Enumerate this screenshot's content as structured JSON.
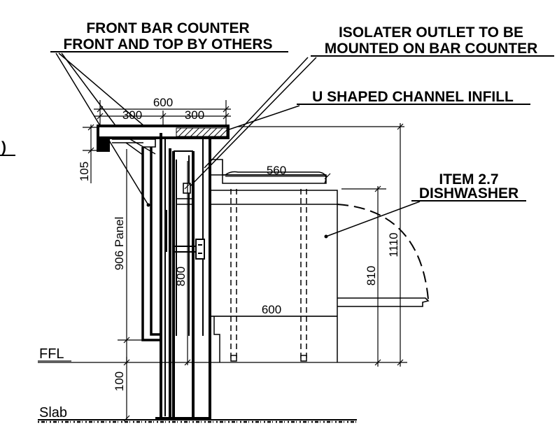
{
  "callouts": {
    "front_bar_line1": "FRONT BAR COUNTER",
    "front_bar_line2": "FRONT AND TOP BY OTHERS",
    "isolater_line1": "ISOLATER OUTLET TO BE",
    "isolater_line2": "MOUNTED ON BAR COUNTER",
    "channel": "U SHAPED CHANNEL INFILL",
    "item_line1": "ITEM 2.7",
    "item_line2": "DISHWASHER",
    "edge_fragment": ")"
  },
  "dimensions": {
    "overall_top_width": "600",
    "top_left_half": "300",
    "top_right_half": "300",
    "top_thickness": "105",
    "panel_height": "906 Panel",
    "channel_height": "800",
    "dishwasher_top_depth": "560",
    "dishwasher_depth": "600",
    "dishwasher_height": "810",
    "overall_height": "1110",
    "plinth_height": "100"
  },
  "levels": {
    "floor": "FFL",
    "slab": "Slab"
  },
  "colors": {
    "ink": "#000000",
    "paper": "#ffffff"
  }
}
